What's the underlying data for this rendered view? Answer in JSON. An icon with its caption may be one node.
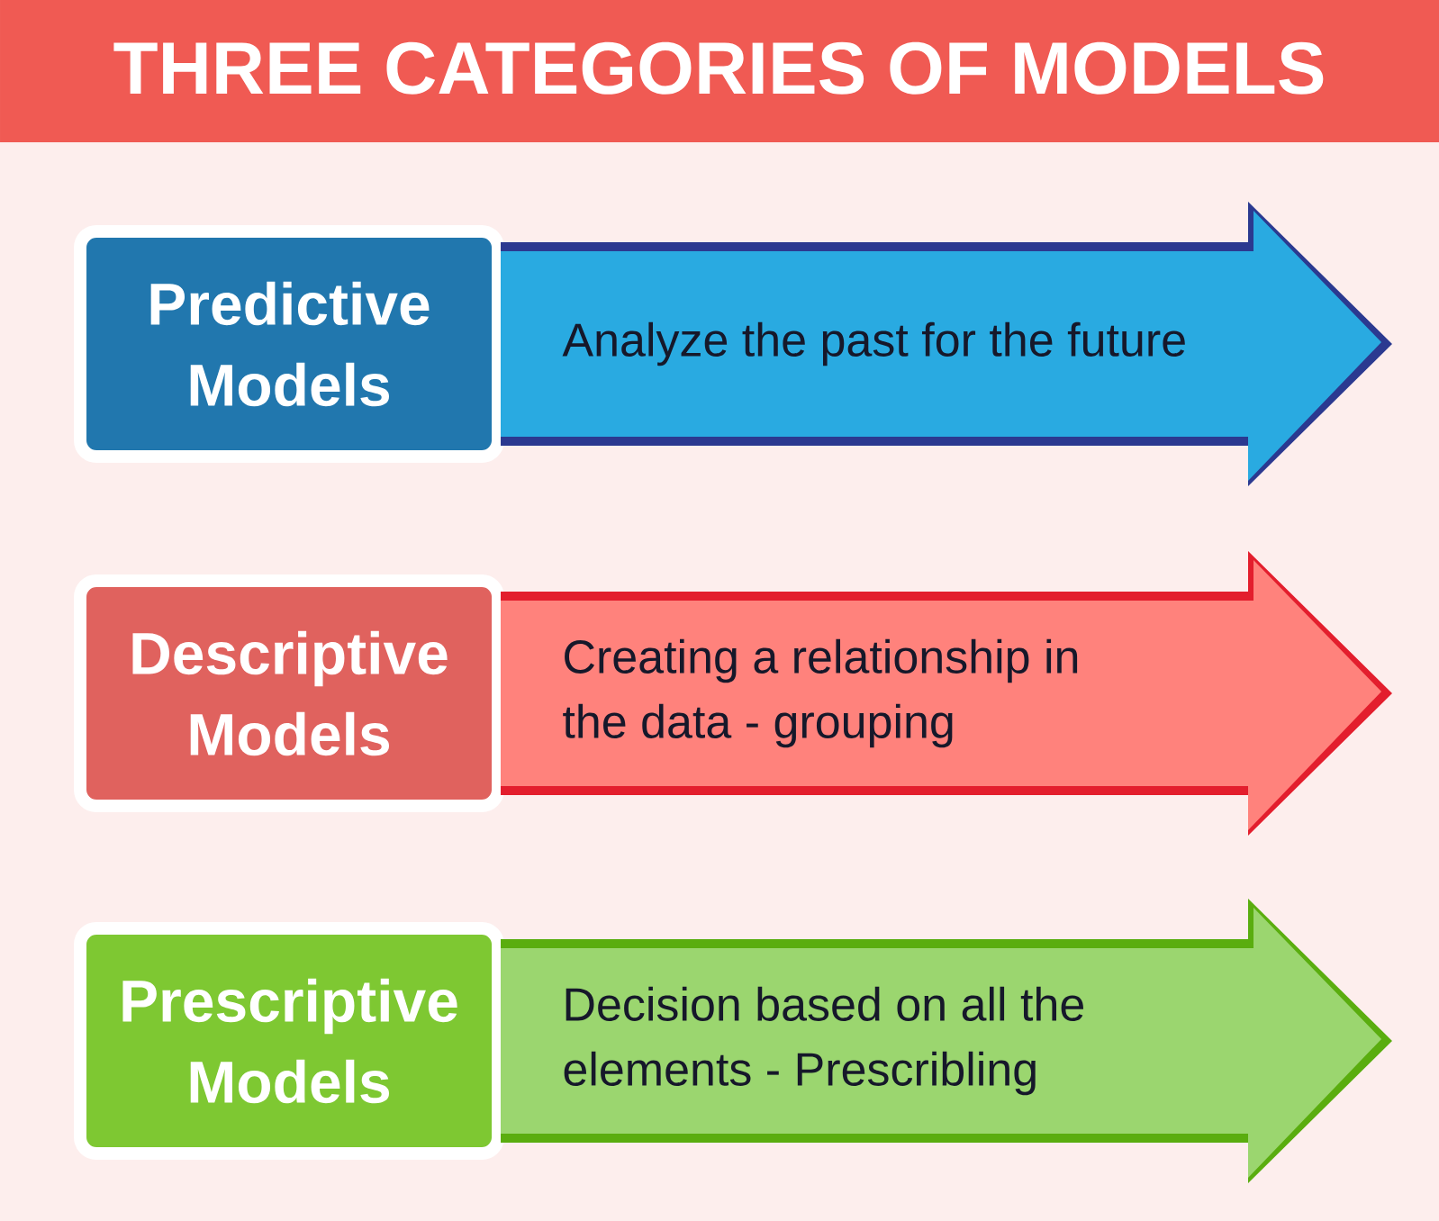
{
  "diagram": {
    "title": "THREE CATEGORIES OF MODELS",
    "nodes": [
      {
        "text": [
          "Predictive Models"
        ]
      },
      {
        "text": [
          "Analyze the past for the future"
        ]
      },
      {
        "text": [
          "Descriptive Models"
        ]
      },
      {
        "text": [
          "Creating a relationship in the data - grouping"
        ]
      },
      {
        "text": [
          "Prescriptive Models"
        ]
      },
      {
        "text": [
          "Decision based on all the elements - Prescribling"
        ]
      }
    ]
  }
}
